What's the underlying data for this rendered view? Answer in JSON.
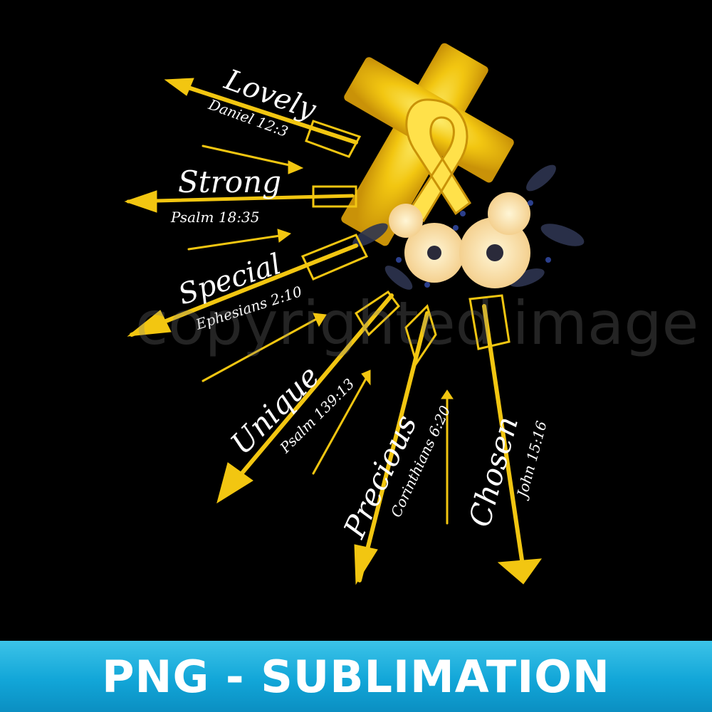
{
  "watermark": "copyrighted image",
  "banner": {
    "text": "PNG - SUBLIMATION",
    "color": "#12a6d8"
  },
  "colors": {
    "gold": "#f2c611",
    "background": "#000000",
    "text": "#ffffff"
  },
  "icons": [
    "cross-icon",
    "awareness-ribbon-icon",
    "flower-bouquet-icon",
    "arrow-icon"
  ],
  "affirmations": [
    {
      "word": "Lovely",
      "verse": "Daniel 12:3"
    },
    {
      "word": "Strong",
      "verse": "Psalm 18:35"
    },
    {
      "word": "Special",
      "verse": "Ephesians 2:10"
    },
    {
      "word": "Unique",
      "verse": "Psalm 139:13"
    },
    {
      "word": "Precious",
      "verse": "Corinthians 6:20"
    },
    {
      "word": "Chosen",
      "verse": "John 15:16"
    }
  ]
}
